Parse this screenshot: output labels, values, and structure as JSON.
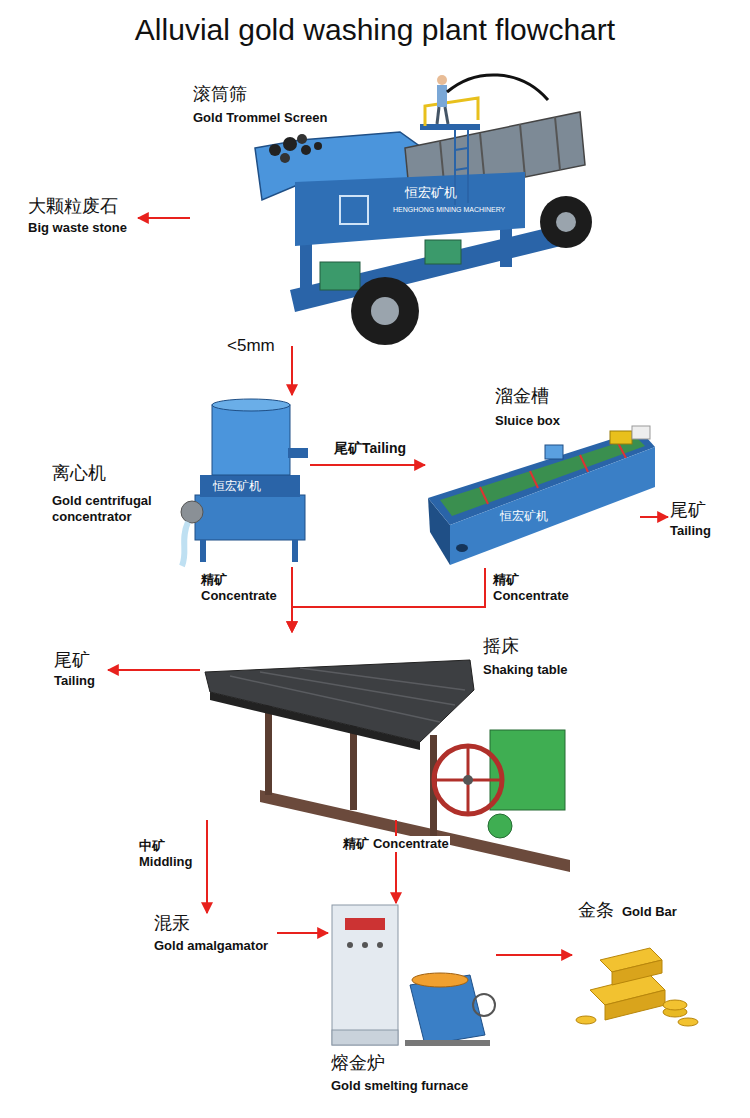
{
  "diagram": {
    "title": "Alluvial gold washing plant flowchart",
    "nodes": [
      {
        "text": [
          "滚筒筛",
          "Gold Trommel Screen"
        ]
      },
      {
        "text": [
          "大颗粒废石",
          "Big waste stone"
        ]
      },
      {
        "text": [
          "离心机",
          "Gold centrifugal concentrator"
        ]
      },
      {
        "text": [
          "溜金槽",
          "Sluice box"
        ]
      },
      {
        "text": [
          "尾矿",
          "Tailing"
        ]
      },
      {
        "text": [
          "摇床",
          "Shaking table"
        ]
      },
      {
        "text": [
          "尾矿",
          "Tailing"
        ]
      },
      {
        "text": [
          "混汞",
          "Gold amalgamator"
        ]
      },
      {
        "text": [
          "熔金炉",
          "Gold smelting furnace"
        ]
      },
      {
        "text": [
          "金条",
          "Gold Bar"
        ]
      }
    ],
    "edges": [
      {
        "from": 0,
        "to": 1,
        "arrow": "to"
      },
      {
        "from": 0,
        "to": 2,
        "label": "<5mm",
        "arrow": "to"
      },
      {
        "from": 2,
        "to": 3,
        "label": "尾矿Tailing",
        "arrow": "to"
      },
      {
        "from": 3,
        "to": 4,
        "arrow": "to"
      },
      {
        "from": 2,
        "to": 5,
        "label": "精矿 Concentrate",
        "arrow": "to"
      },
      {
        "from": 3,
        "to": 5,
        "label": "精矿 Concentrate",
        "arrow": "to"
      },
      {
        "from": 5,
        "to": 6,
        "arrow": "to"
      },
      {
        "from": 5,
        "to": 7,
        "label": "中矿 Middling",
        "arrow": "to"
      },
      {
        "from": 5,
        "to": 8,
        "label": "精矿 Concentrate",
        "arrow": "to"
      },
      {
        "from": 7,
        "to": 8,
        "arrow": "to"
      },
      {
        "from": 8,
        "to": 9,
        "arrow": "to"
      }
    ],
    "labels": [
      "恒宏矿机",
      "HENGHONG MINING MACHINERY",
      "恒宏矿机",
      "恒宏矿机"
    ]
  }
}
